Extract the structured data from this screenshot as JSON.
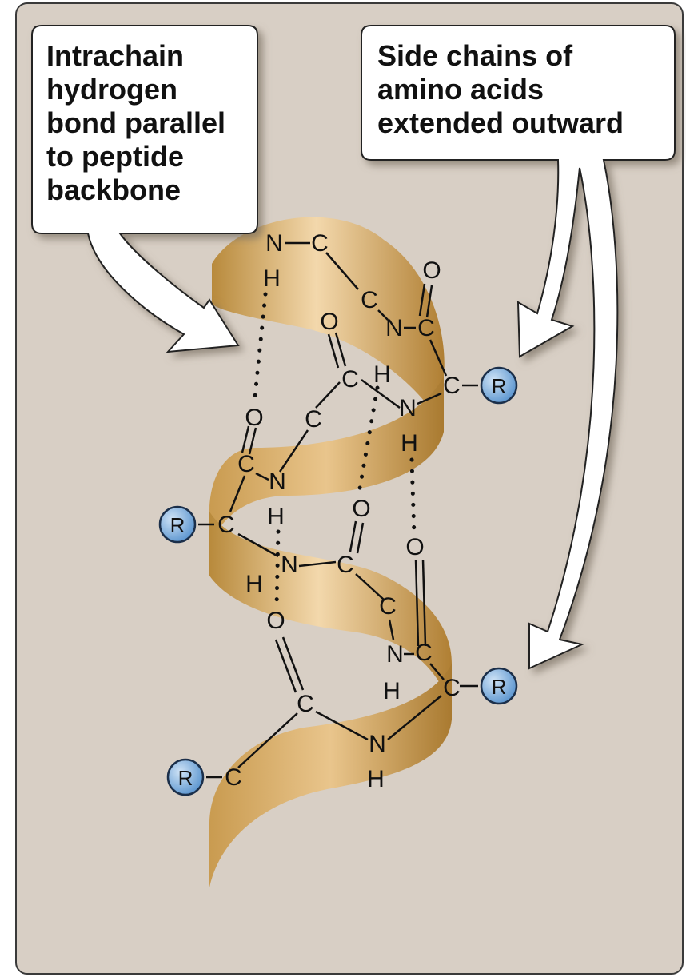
{
  "callouts": {
    "left": [
      "Intrachain",
      "hydrogen",
      "bond parallel",
      "to peptide",
      "backbone"
    ],
    "right": [
      "Side chains of",
      "amino acids",
      "extended outward"
    ]
  },
  "atoms": {
    "N": "N",
    "C": "C",
    "O": "O",
    "H": "H",
    "R": "R"
  },
  "colors": {
    "background": "#d8cfc5",
    "ribbon_light": "#f3d8ac",
    "ribbon_dark": "#b88a3c",
    "r_group": "#6ea7dc",
    "callout_fill": "#ffffff"
  }
}
